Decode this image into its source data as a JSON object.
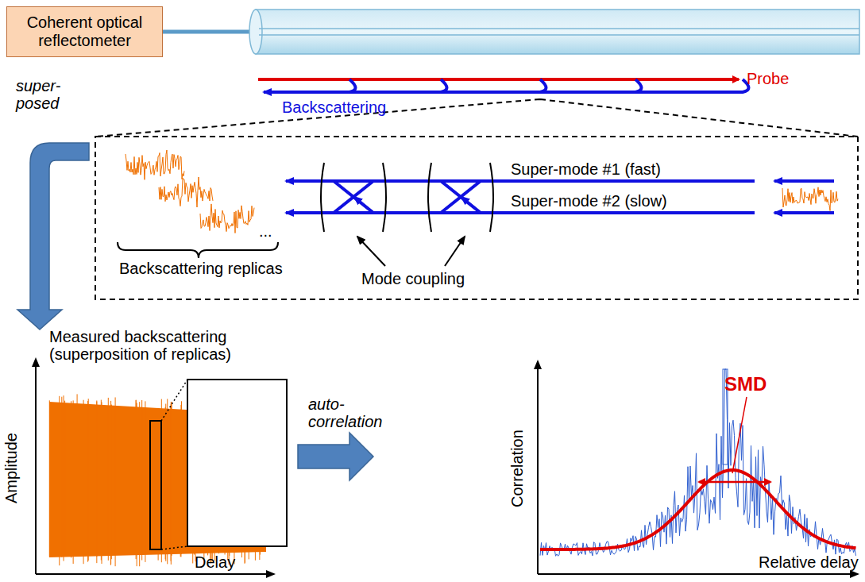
{
  "diagram": {
    "nodes": [
      {
        "text": [
          "Coherent optical reflectometer"
        ]
      }
    ],
    "labels": [
      "Probe",
      "Backscattering",
      "super- posed",
      "Super-mode #1 (fast)",
      "Super-mode #2 (slow)",
      "Backscattering replicas",
      "Mode coupling",
      "...",
      "Measured backscattering (superposition of replicas)",
      "Amplitude",
      "Delay",
      "auto- correlation",
      "Correlation",
      "Relative delay",
      "SMD"
    ]
  }
}
